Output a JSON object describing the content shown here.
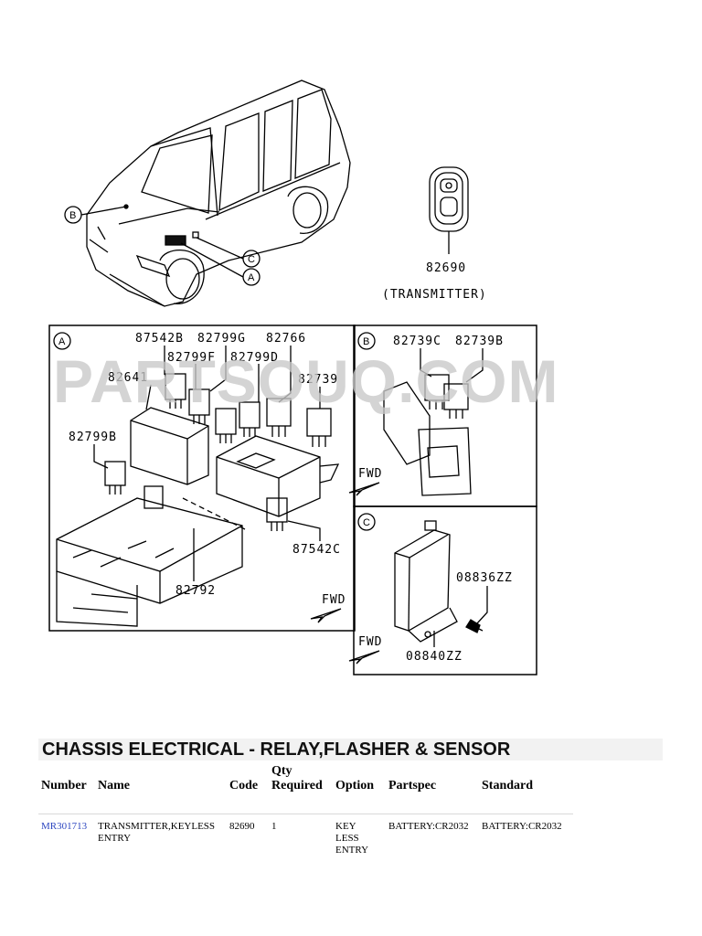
{
  "watermark": "PARTSOUQ.COM",
  "diagram": {
    "transmitter_code": "82690",
    "transmitter_label": "(TRANSMITTER)",
    "vehicle_markers": [
      "B",
      "C",
      "A"
    ],
    "panel_a": {
      "marker": "A",
      "callouts": [
        "87542B",
        "82799G",
        "82766",
        "82799F",
        "82799D",
        "82641",
        "82739",
        "82799B",
        "87542C",
        "82792"
      ],
      "fwd": "FWD"
    },
    "panel_b": {
      "marker": "B",
      "callouts": [
        "82739C",
        "82739B"
      ],
      "fwd": "FWD"
    },
    "panel_c": {
      "marker": "C",
      "callouts": [
        "08836ZZ",
        "08840ZZ"
      ],
      "fwd": "FWD"
    }
  },
  "section_title": "CHASSIS ELECTRICAL - RELAY,FLASHER & SENSOR",
  "table": {
    "headers": {
      "number": "Number",
      "name": "Name",
      "code": "Code",
      "qty_line1": "Qty",
      "qty_line2": "Required",
      "option": "Option",
      "partspec": "Partspec",
      "standard": "Standard"
    },
    "rows": [
      {
        "number": "MR301713",
        "name_line1": "TRANSMITTER,KEYLESS",
        "name_line2": "ENTRY",
        "code": "82690",
        "qty": "1",
        "option_line1": "KEY",
        "option_line2": "LESS",
        "option_line3": "ENTRY",
        "partspec": "BATTERY:CR2032",
        "standard": "BATTERY:CR2032"
      }
    ]
  }
}
